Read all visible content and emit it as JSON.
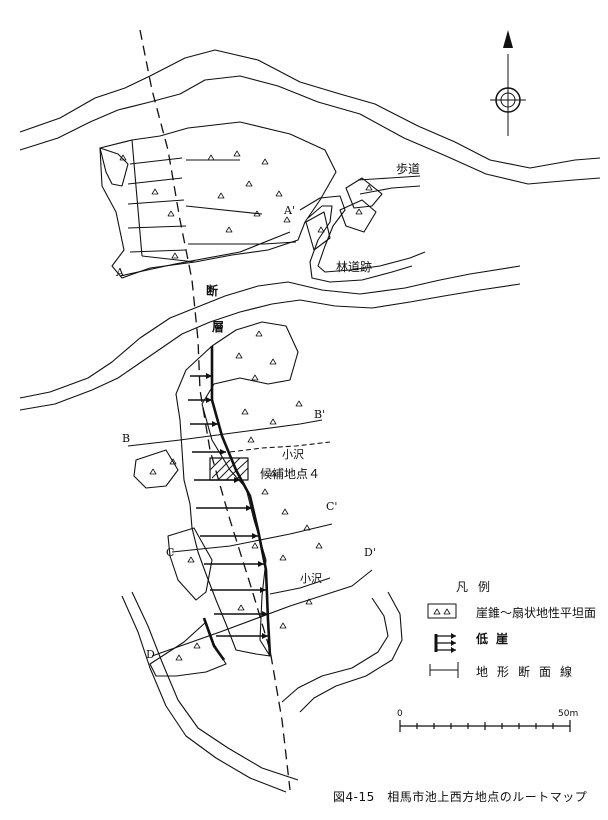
{
  "map": {
    "labels": {
      "walkway": "歩道",
      "forest_road_trace": "林道跡",
      "fault_char1": "断",
      "fault_char2": "層",
      "stream_1": "小沢",
      "stream_2": "小沢",
      "candidate_site": "候補地点４"
    },
    "section_lines": [
      {
        "id": "A",
        "start": "A",
        "end": "A'"
      },
      {
        "id": "B",
        "start": "B",
        "end": "B'"
      },
      {
        "id": "C",
        "start": "C",
        "end": "C'"
      },
      {
        "id": "D",
        "start": "D",
        "end": "D'"
      }
    ],
    "north_arrow": "north-arrow"
  },
  "legend": {
    "title": "凡例",
    "items": [
      {
        "label": "崖錐～扇状地性平坦面"
      },
      {
        "label": "低崖"
      },
      {
        "label": "地形断面線"
      }
    ]
  },
  "scale": {
    "start": "0",
    "end": "50m"
  },
  "caption": "図4-15　相馬市池上西方地点のルートマップ"
}
